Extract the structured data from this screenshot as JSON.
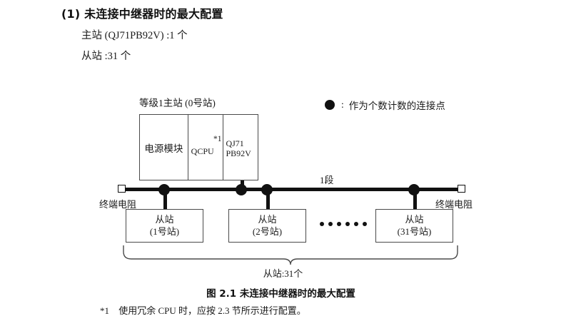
{
  "heading": {
    "number": "(1)",
    "title": "未连接中继器时的最大配置",
    "spec_master": "主站 (QJ71PB92V) :1 个",
    "spec_slave": "从站 :31 个"
  },
  "diagram": {
    "master_rack_label": "等级1主站 (0号站)",
    "master_rack": {
      "power_module": "电源模块",
      "cpu_module": "QCPU",
      "cpu_footnote": "*1",
      "network_module_line1": "QJ71",
      "network_module_line2": "PB92V"
    },
    "legend": {
      "symbol": "filled-circle",
      "colon": ":",
      "text": "作为个数计数的连接点"
    },
    "segment_label": "1段",
    "terminator_left_label": "终端电阻",
    "terminator_right_label": "终端电阻",
    "slaves": [
      {
        "name": "从站",
        "station": "(1号站)"
      },
      {
        "name": "从站",
        "station": "(2号站)"
      },
      {
        "name": "从站",
        "station": "(31号站)"
      }
    ],
    "ellipsis_dot_count": 6,
    "brace_label": "从站:31个"
  },
  "figure_caption": "图 2.1  未连接中继器时的最大配置",
  "footnote": {
    "mark": "*1",
    "text": "使用冗余 CPU 时，应按 2.3 节所示进行配置。"
  },
  "colors": {
    "ink": "#111111",
    "box_stroke": "#4a4a4a",
    "background": "#ffffff"
  }
}
